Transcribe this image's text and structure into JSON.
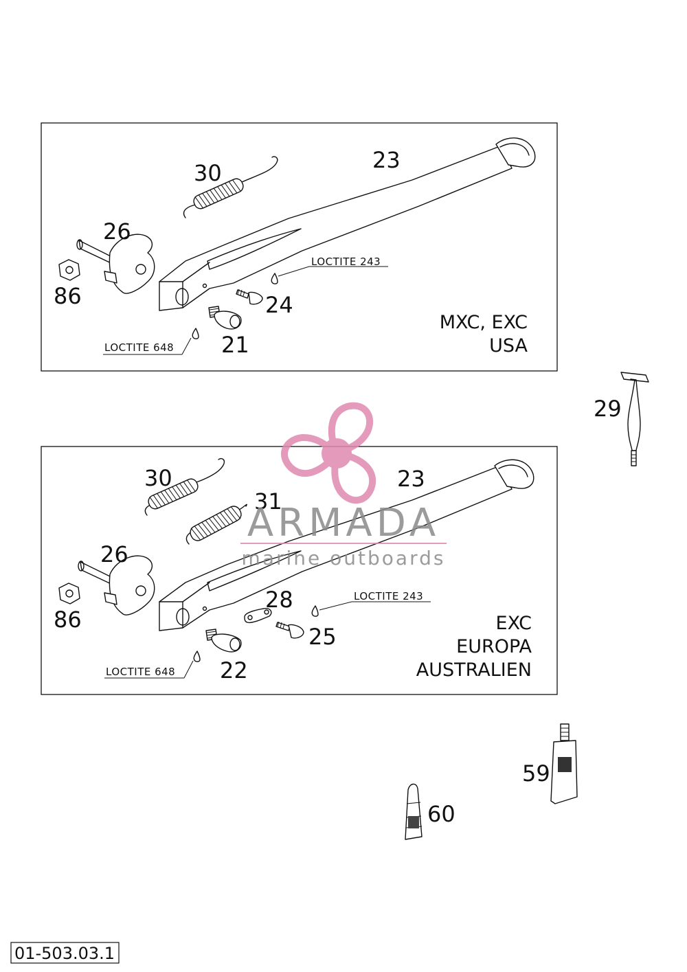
{
  "diagram_code": "01-503.03.1",
  "watermark": {
    "brand": "ARMADA",
    "tagline": "marine outboards",
    "brand_color": "#e08ab0",
    "text_color": "#8a8a8a"
  },
  "panel_top": {
    "variant_lines": [
      "MXC, EXC",
      "USA"
    ],
    "labels": {
      "spring": "30",
      "stand": "23",
      "bracket": "26",
      "nut": "86",
      "screw": "24",
      "stop": "21",
      "loctite_a": "LOCTITE 243",
      "loctite_b": "LOCTITE 648"
    }
  },
  "panel_bottom": {
    "variant_lines": [
      "EXC",
      "EUROPA",
      "AUSTRALIEN"
    ],
    "labels": {
      "spring_a": "30",
      "spring_b": "31",
      "stand": "23",
      "bracket": "26",
      "nut": "86",
      "plate": "28",
      "screw": "25",
      "stop": "22",
      "loctite_a": "LOCTITE 243",
      "loctite_b": "LOCTITE 648"
    }
  },
  "loose_parts": {
    "tool": "29",
    "bottle": "59",
    "tube": "60"
  }
}
